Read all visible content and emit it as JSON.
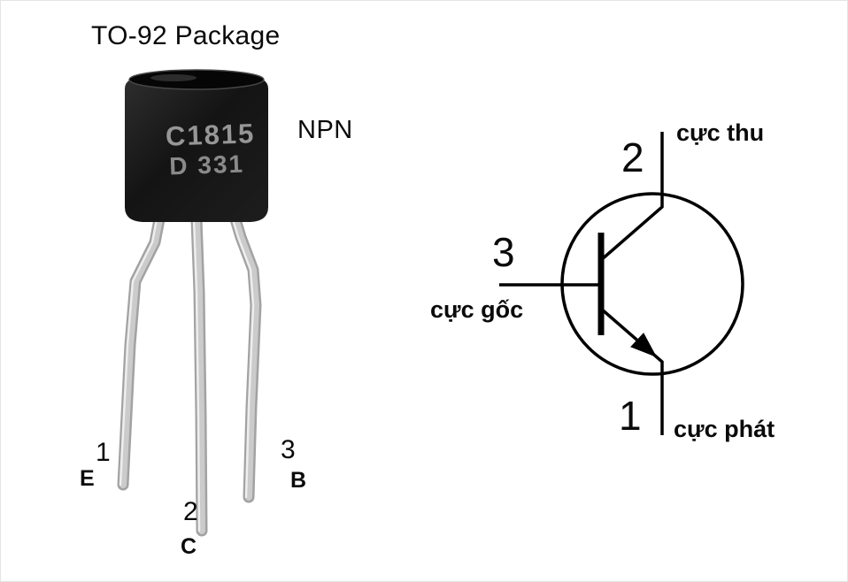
{
  "title": "TO-92 Package",
  "package": {
    "marking_line1": "C1815",
    "marking_line2": "D 331",
    "type_label": "NPN"
  },
  "pins": {
    "pin1": {
      "number": "1",
      "letter": "E"
    },
    "pin2": {
      "number": "2",
      "letter": "C"
    },
    "pin3": {
      "number": "3",
      "letter": "B"
    }
  },
  "schematic": {
    "collector_number": "2",
    "collector_label": "cực thu",
    "base_number": "3",
    "base_label": "cực gốc",
    "emitter_number": "1",
    "emitter_label": "cực phát"
  },
  "colors": {
    "body": "#161616",
    "marking_text": "#969696",
    "lead_metal": "#c9c9c9",
    "line": "#000000",
    "background": "#ffffff"
  }
}
